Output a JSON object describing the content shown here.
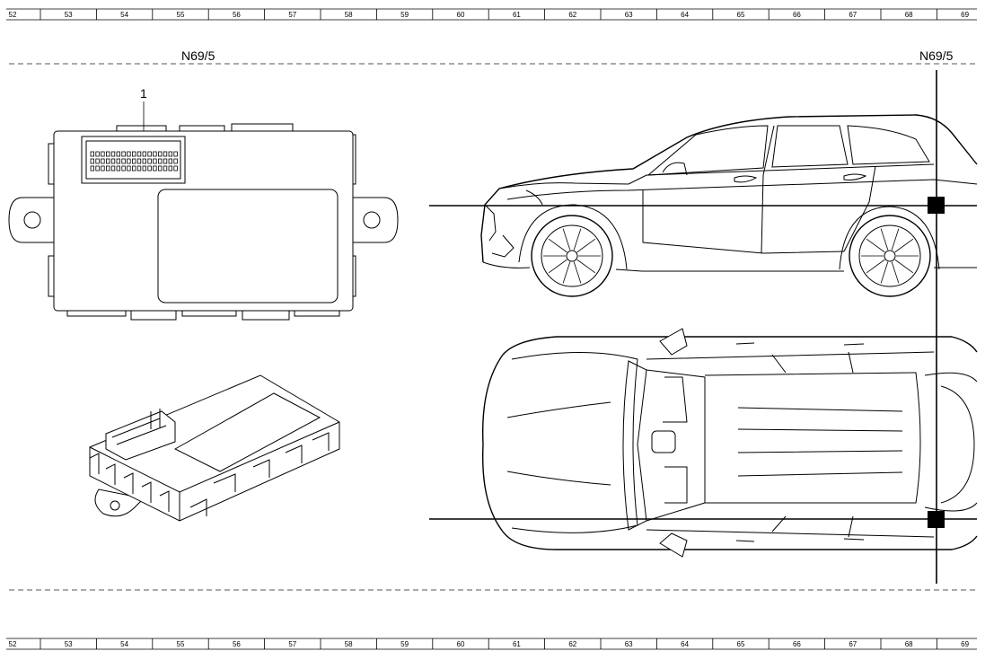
{
  "ruler": {
    "numbers": [
      "52",
      "53",
      "54",
      "55",
      "56",
      "57",
      "58",
      "59",
      "60",
      "61",
      "62",
      "63",
      "64",
      "65",
      "66",
      "67",
      "68",
      "69"
    ]
  },
  "labels": {
    "component_left": "N69/5",
    "component_right": "N69/5",
    "callout": "1"
  }
}
